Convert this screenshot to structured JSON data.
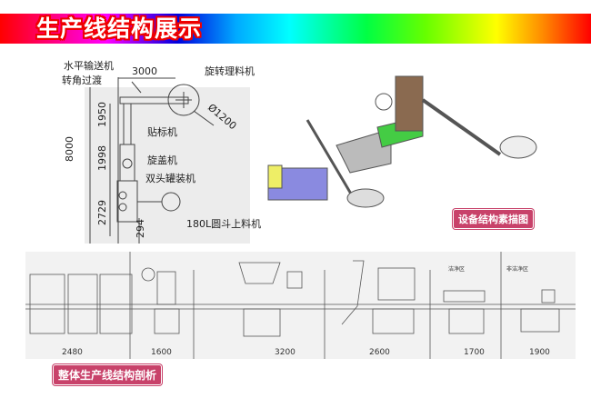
{
  "header": {
    "title": "生产线结构展示"
  },
  "plan": {
    "labels": {
      "horizontal_conveyor": "水平输送机",
      "corner_transition": "转角过渡",
      "rotary_sorter": "旋转理料机",
      "labeler": "贴标机",
      "capper": "旋盖机",
      "double_head_filler": "双头罐装机",
      "hopper_feeder": "180L圆斗上料机"
    },
    "dimensions": {
      "width": "3000",
      "diameter": "Ø1200",
      "total_length": "8000",
      "d1": "1950",
      "d2": "1998",
      "d3": "2729",
      "d4": "294"
    }
  },
  "iso": {
    "caption": "设备结构素描图"
  },
  "line": {
    "sections": [
      "2480",
      "1600",
      "3200",
      "2600",
      "1700",
      "1900"
    ],
    "zones": [
      "洁净区",
      "非洁净区"
    ],
    "caption": "整体生产线结构剖析"
  }
}
